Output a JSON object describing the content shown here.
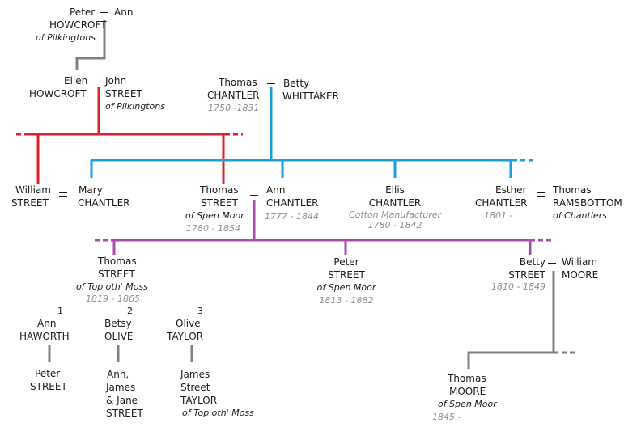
{
  "people": {
    "peter_howcroft": {
      "first": "Peter",
      "surname": "HOWCROFT",
      "place": "of Pilkingtons"
    },
    "ann_1": {
      "first": "Ann"
    },
    "ellen_howcroft": {
      "first": "Ellen",
      "surname": "HOWCROFT"
    },
    "john_street": {
      "first": "John",
      "surname": "STREET",
      "place": "of Pilkingtons"
    },
    "thomas_chantler_sr": {
      "first": "Thomas",
      "surname": "CHANTLER",
      "dates": "1750 -1831"
    },
    "betty_whittaker": {
      "first": "Betty",
      "surname": "WHITTAKER"
    },
    "william_street": {
      "first": "William",
      "surname": "STREET"
    },
    "mary_chantler": {
      "first": "Mary",
      "surname": "CHANTLER"
    },
    "thomas_street": {
      "first": "Thomas",
      "surname": "STREET",
      "place": "of Spen Moor",
      "dates": "1780 - 1854"
    },
    "ann_chantler": {
      "first": "Ann",
      "surname": "CHANTLER",
      "dates": "1777 - 1844"
    },
    "ellis_chantler": {
      "first": "Ellis",
      "surname": "CHANTLER",
      "occupation": "Cotton Manufacturer",
      "dates": "1780 - 1842"
    },
    "esther_chantler": {
      "first": "Esther",
      "surname": "CHANTLER",
      "dates": "1801 -"
    },
    "thomas_ramsbottom": {
      "first": "Thomas",
      "surname": "RAMSBOTTOM",
      "place": "of Chantlers"
    },
    "thomas_street_jr": {
      "first": "Thomas",
      "surname": "STREET",
      "place": "of Top oth' Moss",
      "dates": "1819 - 1865"
    },
    "peter_street": {
      "first": "Peter",
      "surname": "STREET",
      "place": "of Spen Moor",
      "dates": "1813 - 1882"
    },
    "betty_street": {
      "first": "Betty",
      "surname": "STREET",
      "dates": "1810 - 1849"
    },
    "william_moore": {
      "first": "William",
      "surname": "MOORE"
    },
    "ann_haworth": {
      "first": "Ann",
      "surname": "HAWORTH",
      "marriage": "1"
    },
    "betsy_olive": {
      "first": "Betsy",
      "surname": "OLIVE",
      "marriage": "2"
    },
    "olive_taylor": {
      "first": "Olive",
      "surname": "TAYLOR",
      "marriage": "3"
    },
    "peter_street_child": {
      "first": "Peter",
      "surname": "STREET"
    },
    "ann_james_jane": {
      "line1": "Ann,",
      "line2": "James",
      "line3": "& Jane",
      "surname": "STREET"
    },
    "james_street_taylor": {
      "line1": "James",
      "line2": "Street",
      "surname": "TAYLOR",
      "place": "of Top oth' Moss"
    },
    "thomas_moore": {
      "first": "Thomas",
      "surname": "MOORE",
      "place": "of Spen Moor",
      "dates": "1845 -"
    }
  },
  "colors": {
    "howcroft_line": "#808080",
    "street_line": "#e0202a",
    "chantler_line": "#1e9ddc",
    "spen_moor_line": "#a94ba8",
    "next_gen_line": "#808080",
    "text": "#1a1a1a",
    "dates_text": "#909090"
  }
}
